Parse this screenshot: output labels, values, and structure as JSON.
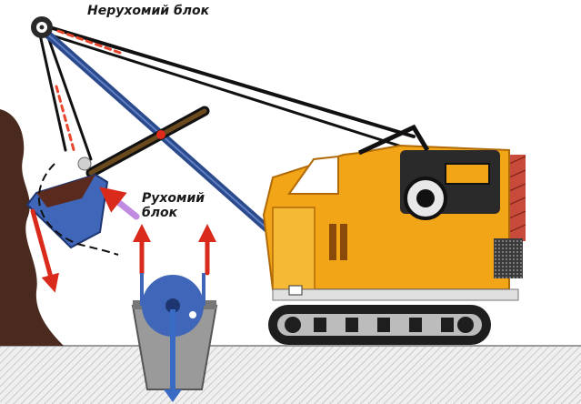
{
  "labels": {
    "fixed_block": "Нерухомий блок",
    "movable_block_line1": "Рухомий",
    "movable_block_line2": "блок"
  },
  "colors": {
    "excavator_body": "#f2a516",
    "boom": "#2b4a8c",
    "bucket": "#3f66b8",
    "arrow_red": "#d92a1c",
    "arrow_blue": "#3a6bc4",
    "arrow_violet": "#c08be0",
    "rock": "#4a2a1e",
    "ground": "#e6e6e6"
  }
}
